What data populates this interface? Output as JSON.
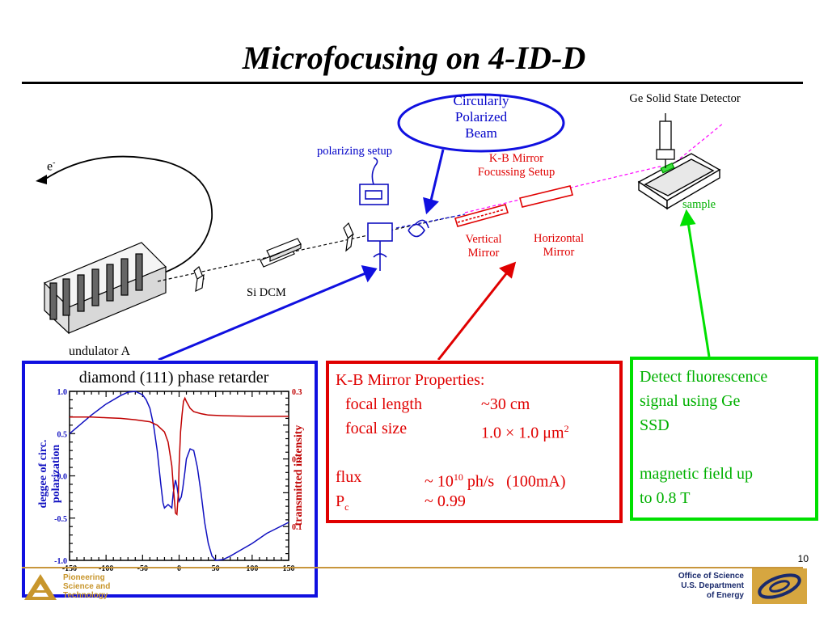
{
  "slide": {
    "title": "Microfocusing on 4-ID-D",
    "page_number": "10"
  },
  "diagram": {
    "electron": "e",
    "electron_sup": "-",
    "undulator": "undulator A",
    "si_dcm": "Si DCM",
    "polarizing_setup": "polarizing setup",
    "callout_line1": "Circularly",
    "callout_line2": "Polarized",
    "callout_line3": "Beam",
    "kb_setup_line1": "K-B Mirror",
    "kb_setup_line2": "Focussing Setup",
    "vertical_mirror_line1": "Vertical",
    "vertical_mirror_line2": "Mirror",
    "horizontal_mirror_line1": "Horizontal",
    "horizontal_mirror_line2": "Mirror",
    "detector": "Ge Solid State Detector",
    "sample": "sample"
  },
  "phase_box": {
    "title": "diamond (111) phase retarder",
    "left_axis_label": "deggee of circ. polarization",
    "right_axis_label": "transmitted intensity"
  },
  "chart_data": {
    "type": "line",
    "title": "diamond (111) phase retarder",
    "ylabel": "deggee of circ. polarization",
    "y2label": "transmitted intensity",
    "xlim": [
      -150,
      150
    ],
    "ylim": [
      -1.0,
      1.0
    ],
    "y2lim": [
      0.05,
      0.3
    ],
    "x_ticks": [
      "-150",
      "-100",
      "-50",
      "0",
      "50",
      "100",
      "150"
    ],
    "y_ticks": [
      "1.0",
      "0.5",
      "0.0",
      "-0.5",
      "-1.0"
    ],
    "y2_ticks": [
      "0.3",
      "0.2",
      "0.1"
    ],
    "grid": false,
    "series": [
      {
        "axis": "left",
        "color": "#1010c0",
        "x": [
          -150,
          -120,
          -100,
          -80,
          -70,
          -60,
          -50,
          -45,
          -40,
          -35,
          -30,
          -25,
          -22,
          -20,
          -15,
          -10,
          -8,
          -5,
          -3,
          0,
          3,
          5,
          8,
          10,
          15,
          20,
          25,
          30,
          35,
          40,
          45,
          50,
          60,
          70,
          80,
          100,
          120,
          150
        ],
        "y": [
          0.5,
          0.72,
          0.85,
          0.95,
          0.99,
          1.0,
          0.96,
          0.9,
          0.8,
          0.6,
          0.3,
          -0.1,
          -0.32,
          -0.38,
          -0.34,
          -0.38,
          -0.2,
          -0.05,
          -0.12,
          -0.3,
          -0.25,
          -0.15,
          0.05,
          0.2,
          0.32,
          0.3,
          0.1,
          -0.2,
          -0.55,
          -0.8,
          -0.95,
          -1.0,
          -0.99,
          -0.95,
          -0.9,
          -0.8,
          -0.68,
          -0.55
        ]
      },
      {
        "axis": "right",
        "color": "#c00000",
        "x": [
          -150,
          -120,
          -100,
          -80,
          -60,
          -40,
          -30,
          -20,
          -15,
          -10,
          -8,
          -5,
          -3,
          -1,
          0,
          2,
          4,
          6,
          8,
          10,
          15,
          20,
          30,
          40,
          60,
          100,
          150
        ],
        "y": [
          0.262,
          0.262,
          0.261,
          0.26,
          0.258,
          0.255,
          0.25,
          0.24,
          0.225,
          0.19,
          0.16,
          0.12,
          0.118,
          0.15,
          0.19,
          0.24,
          0.265,
          0.285,
          0.29,
          0.285,
          0.275,
          0.27,
          0.267,
          0.265,
          0.264,
          0.263,
          0.263
        ]
      }
    ]
  },
  "kb_box": {
    "heading": "K-B Mirror Properties:",
    "focal_length_label": "focal length",
    "focal_length_value": "~30 cm",
    "focal_size_label": "focal size",
    "focal_size_value": "1.0 × 1.0 μm",
    "focal_size_sup": "2",
    "flux_label": "flux",
    "flux_value_pre": "~ 10",
    "flux_sup": "10",
    "flux_value_post": " ph/s   (100mA)",
    "pc_label": "P",
    "pc_sub": "c",
    "pc_value": "~ 0.99"
  },
  "detect_box": {
    "line1": "Detect fluorescence",
    "line2": "signal using Ge",
    "line3": "SSD",
    "line4": "magnetic field up",
    "line5": "to 0.8 T"
  },
  "footer": {
    "argonne_line1": "Pioneering",
    "argonne_line2": "Science and",
    "argonne_line3": "Technology",
    "doe_line1": "Office of Science",
    "doe_line2": "U.S. Department",
    "doe_line3": "of Energy"
  },
  "colors": {
    "blue": "#1010e0",
    "red": "#e00000",
    "green": "#00e000",
    "magenta": "#ff00ff",
    "gold": "#c8963c"
  }
}
